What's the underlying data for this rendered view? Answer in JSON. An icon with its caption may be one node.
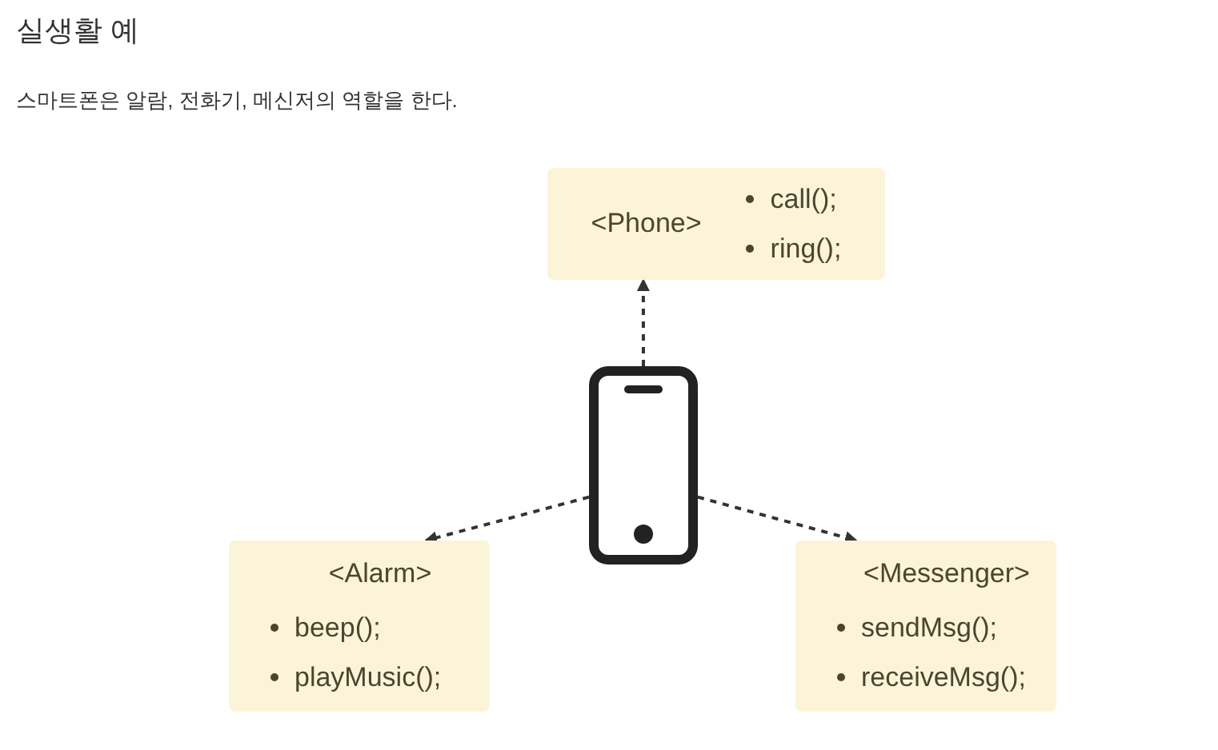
{
  "diagram": {
    "title": "실생활 예",
    "nodes": [
      {
        "text": [
          "<Phone>",
          "call();",
          "ring();"
        ]
      },
      {
        "text": [],
        "shape": "picture"
      },
      {
        "text": [
          "<Alarm>",
          "beep();",
          "playMusic();"
        ]
      },
      {
        "text": [
          "<Messenger>",
          "sendMsg();",
          "receiveMsg();"
        ]
      }
    ],
    "edges": [
      {
        "from": 1,
        "to": 0,
        "arrow": "to",
        "style": "dashed"
      },
      {
        "from": 1,
        "to": 2,
        "arrow": "to",
        "style": "dashed"
      },
      {
        "from": 1,
        "to": 3,
        "arrow": "to",
        "style": "dashed"
      }
    ],
    "labels": [
      "스마트폰은 알람, 전화기, 메신저의 역할을 한다."
    ]
  }
}
